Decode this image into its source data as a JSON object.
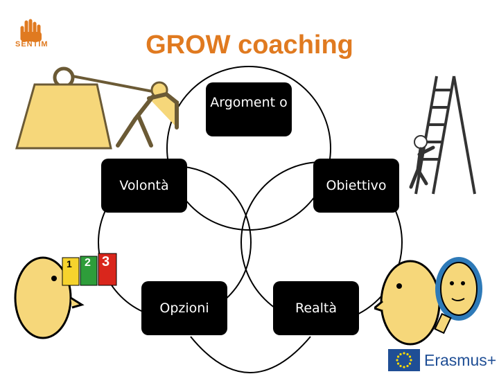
{
  "title": "GROW coaching",
  "logo": {
    "text": "SENTIM"
  },
  "nodes": {
    "argomento": "Argoment o",
    "volonta": "Volontà",
    "obiettivo": "Obiettivo",
    "opzioni": "Opzioni",
    "realta": "Realtà"
  },
  "cards": [
    "1",
    "2",
    "3"
  ],
  "footer": {
    "erasmus": "Erasmus+"
  },
  "colors": {
    "title": "#e07a20",
    "node_bg": "#000000",
    "weight": "#f6d77a",
    "eu_blue": "#1f4e95"
  }
}
